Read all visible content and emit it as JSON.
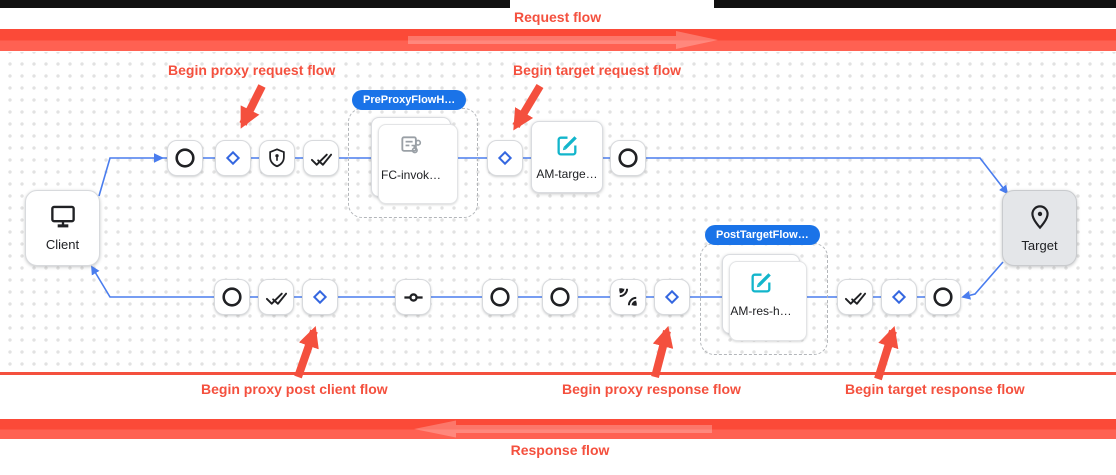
{
  "header": {
    "label": "Request flow"
  },
  "footer": {
    "label": "Response flow"
  },
  "annotations": {
    "proxy_request": "Begin proxy request flow",
    "target_request": "Begin target request flow",
    "proxy_post_client": "Begin proxy post client flow",
    "proxy_response": "Begin proxy response flow",
    "target_response": "Begin target response flow"
  },
  "diagram": {
    "client_label": "Client",
    "target_label": "Target",
    "pre_proxy_flow_badge": "PreProxyFlowH…",
    "fc_invoke_label": "FC-invok…",
    "am_target_label": "AM-targe…",
    "post_target_flow_badge": "PostTargetFlow…",
    "am_response_label": "AM-res-h…"
  },
  "icons": {
    "circle": "circle-step-icon",
    "diamond": "condition-diamond-icon",
    "shield": "shield-key-icon",
    "double_check": "double-check-icon",
    "commit": "commit-point-icon",
    "signal": "signal-waves-icon",
    "flow_callout": "flow-callout-icon",
    "edit": "edit-pencil-icon",
    "monitor": "monitor-icon",
    "pin": "location-pin-icon"
  },
  "colors": {
    "annotation_red": "#f4503e",
    "band_red_top": "#fb4a38",
    "band_red_bottom": "#ff6152",
    "flow_blue": "#4a7dee",
    "diamond_blue": "#3567e0",
    "badge_blue": "#1a73e8",
    "edit_teal": "#12b5cb",
    "icon_gray": "#9aa0a6",
    "ink": "#202124"
  }
}
